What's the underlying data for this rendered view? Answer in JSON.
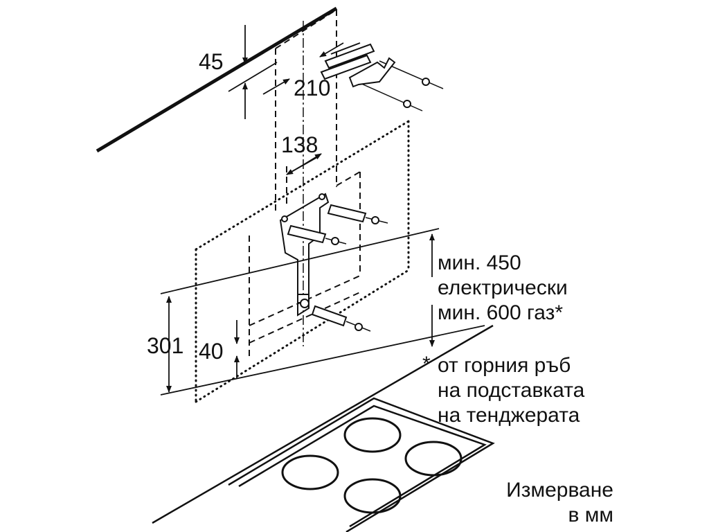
{
  "dimensions": {
    "d45": "45",
    "d210": "210",
    "d138": "138",
    "d301": "301",
    "d40": "40"
  },
  "clearance": {
    "line1": "мин. 450",
    "line2": "електрически",
    "line3": "мин. 600 газ*"
  },
  "footnote": {
    "star": "*",
    "line1": "от горния ръб",
    "line2": "на подставката",
    "line3": "на тенджерата"
  },
  "units": {
    "line1": "Измерване",
    "line2": "в мм"
  }
}
